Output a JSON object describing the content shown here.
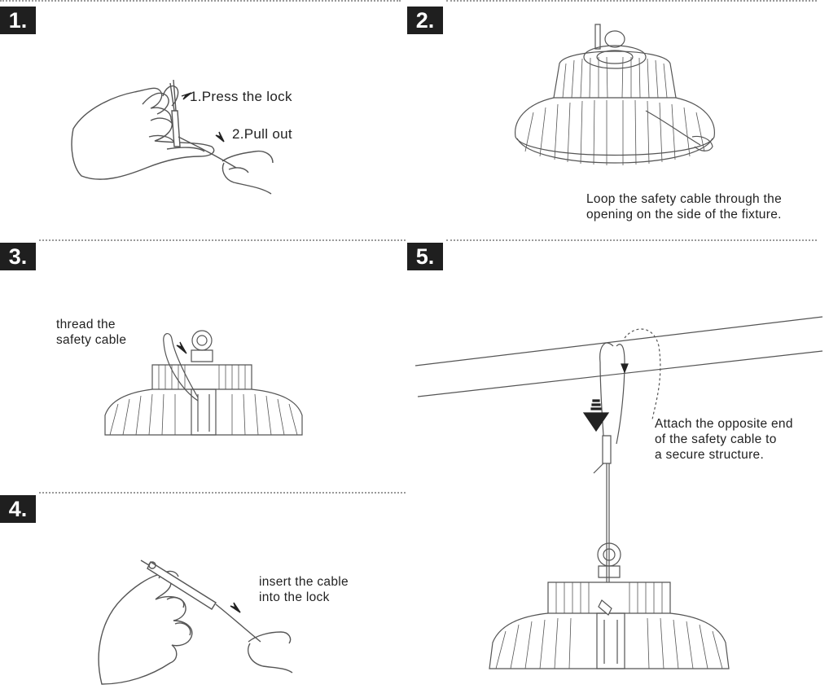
{
  "steps": [
    {
      "number": "1.",
      "labels": [
        "1.Press the lock",
        "2.Pull out"
      ]
    },
    {
      "number": "2.",
      "caption": [
        "Loop the safety cable  through the",
        "opening  on the side of the fixture."
      ]
    },
    {
      "number": "3.",
      "caption": [
        "thread the",
        "safety cable"
      ]
    },
    {
      "number": "4.",
      "caption": [
        "insert the cable",
        "into the lock"
      ]
    },
    {
      "number": "5.",
      "caption": [
        "Attach the opposite end",
        "of the safety cable to",
        "a secure structure."
      ]
    }
  ],
  "colors": {
    "badge": "#1f1f1f",
    "badge_text": "#ffffff",
    "line_art": "#555555",
    "divider": "#9a9a9a"
  },
  "icons": [
    "hand-press-lock-illustration",
    "highbay-fixture-illustration",
    "cable-arrow-icon",
    "hand-insert-cable-illustration"
  ]
}
